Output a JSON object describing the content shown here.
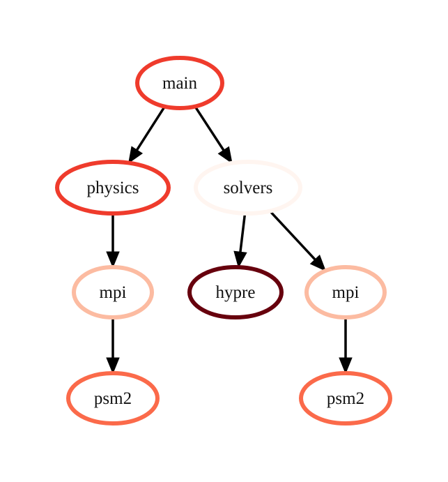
{
  "diagram": {
    "nodes": [
      {
        "id": "main",
        "label": "main",
        "color": "#ef3b2c"
      },
      {
        "id": "physics",
        "label": "physics",
        "color": "#ef3b2c"
      },
      {
        "id": "solvers",
        "label": "solvers",
        "color": "#fff5f0"
      },
      {
        "id": "mpi_a",
        "label": "mpi",
        "color": "#fcbba1"
      },
      {
        "id": "hypre",
        "label": "hypre",
        "color": "#67000d"
      },
      {
        "id": "mpi_b",
        "label": "mpi",
        "color": "#fcbba1"
      },
      {
        "id": "psm2_a",
        "label": "psm2",
        "color": "#fb6a4a"
      },
      {
        "id": "psm2_b",
        "label": "psm2",
        "color": "#fb6a4a"
      }
    ],
    "edges": [
      {
        "from": "main",
        "to": "physics"
      },
      {
        "from": "main",
        "to": "solvers"
      },
      {
        "from": "physics",
        "to": "mpi_a"
      },
      {
        "from": "solvers",
        "to": "hypre"
      },
      {
        "from": "solvers",
        "to": "mpi_b"
      },
      {
        "from": "mpi_a",
        "to": "psm2_a"
      },
      {
        "from": "mpi_b",
        "to": "psm2_b"
      }
    ]
  }
}
